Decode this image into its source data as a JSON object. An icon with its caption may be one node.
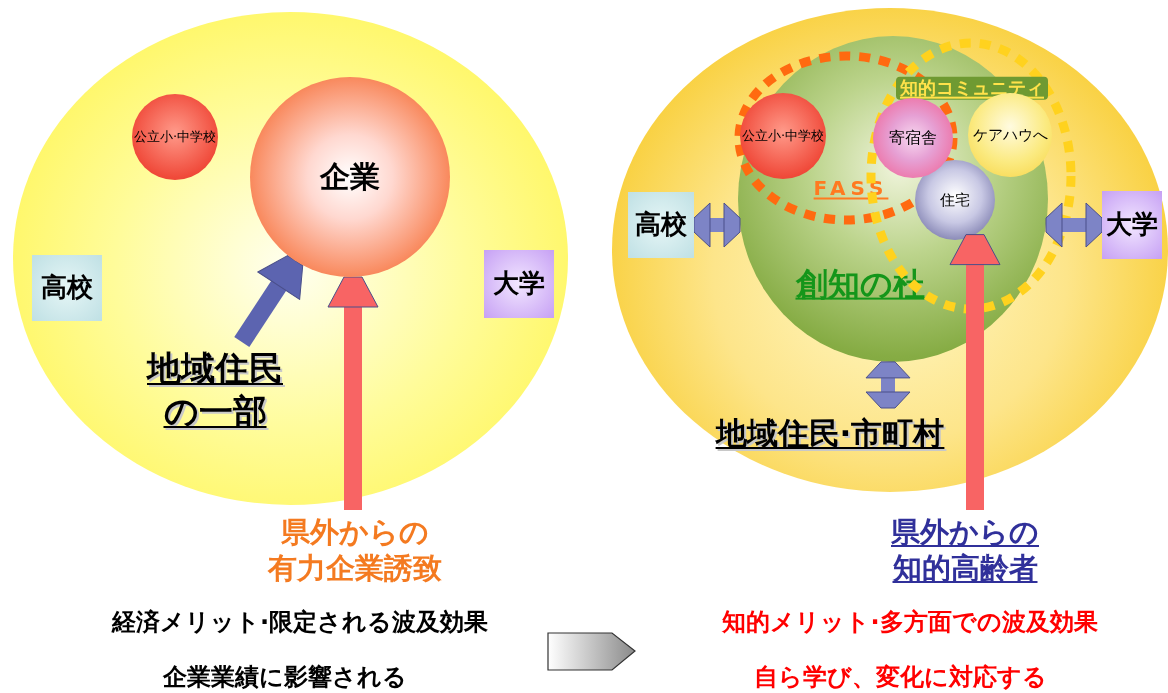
{
  "diagram": {
    "nodes": [
      {
        "text": [],
        "shape": "circle"
      },
      {
        "text": [
          "公立小·中学校"
        ],
        "in": 0
      },
      {
        "text": [
          "企業"
        ],
        "in": 0
      },
      {
        "text": [
          "高校"
        ],
        "in": 0
      },
      {
        "text": [
          "大学"
        ],
        "in": 0
      },
      {
        "text": [
          "地域住民の一部"
        ],
        "in": 0
      },
      {
        "text": [
          "県外からの有力企業誘致"
        ]
      },
      {
        "text": [],
        "shape": "circle"
      },
      {
        "text": [
          "創知の杜"
        ],
        "in": 7
      },
      {
        "text": [
          "FASS"
        ],
        "in": 8
      },
      {
        "text": [
          "知的コミュニティ"
        ],
        "in": 8
      },
      {
        "text": [
          "公立小·中学校"
        ],
        "in": 9
      },
      {
        "text": [
          "寄宿舎"
        ]
      },
      {
        "text": [
          "ケアハウへ"
        ],
        "in": 10
      },
      {
        "text": [
          "住宅"
        ],
        "in": 10
      },
      {
        "text": [
          "高校"
        ],
        "in": 7
      },
      {
        "text": [
          "大学"
        ],
        "in": 7
      },
      {
        "text": [
          "地域住民·市町村"
        ],
        "in": 7
      },
      {
        "text": [
          "県外からの知的高齢者"
        ]
      }
    ],
    "edges": [
      {
        "from": 5,
        "to": 2,
        "arrow": "to",
        "color": "#5c64b0"
      },
      {
        "from": 6,
        "to": 2,
        "arrow": "to",
        "color": "#f86464"
      },
      {
        "from": 15,
        "to": 8,
        "arrow": "both"
      },
      {
        "from": 8,
        "to": 16,
        "arrow": "both"
      },
      {
        "from": 8,
        "to": 17,
        "arrow": "both"
      },
      {
        "from": 18,
        "to": 14,
        "arrow": "to",
        "color": "#f86464"
      }
    ],
    "labels": [
      "経済メリット·限定される波及効果",
      "知的メリット·多方面での波及効果",
      "企業業績に影響される",
      "自ら学び、変化に対応する"
    ]
  }
}
